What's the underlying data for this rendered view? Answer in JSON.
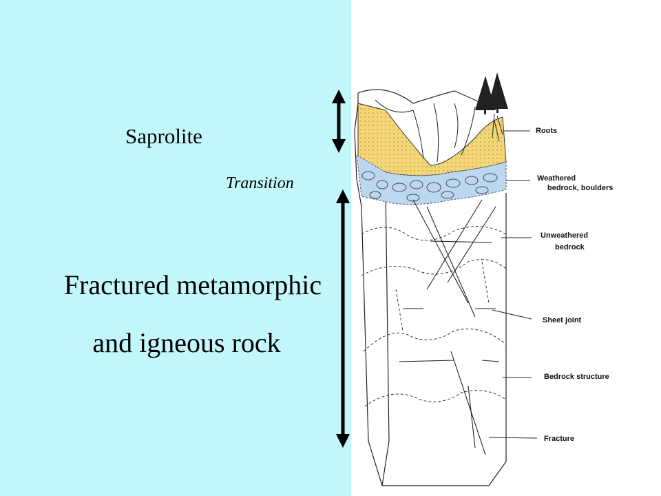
{
  "labels": {
    "saprolite": "Saprolite",
    "transition": "Transition",
    "fractured_line1": "Fractured metamorphic",
    "fractured_line2": "and igneous rock"
  },
  "diagram_labels": {
    "roots": "Roots",
    "weathered_1": "Weathered",
    "weathered_2": "bedrock, boulders",
    "unweathered_1": "Unweathered",
    "unweathered_2": "bedrock",
    "sheet_joint": "Sheet joint",
    "bedrock_structure": "Bedrock structure",
    "fracture": "Fracture"
  },
  "colors": {
    "left_background": "#c2f7fc",
    "saprolite_zone": "#f3d675",
    "transition_zone": "#bcd8f0"
  }
}
